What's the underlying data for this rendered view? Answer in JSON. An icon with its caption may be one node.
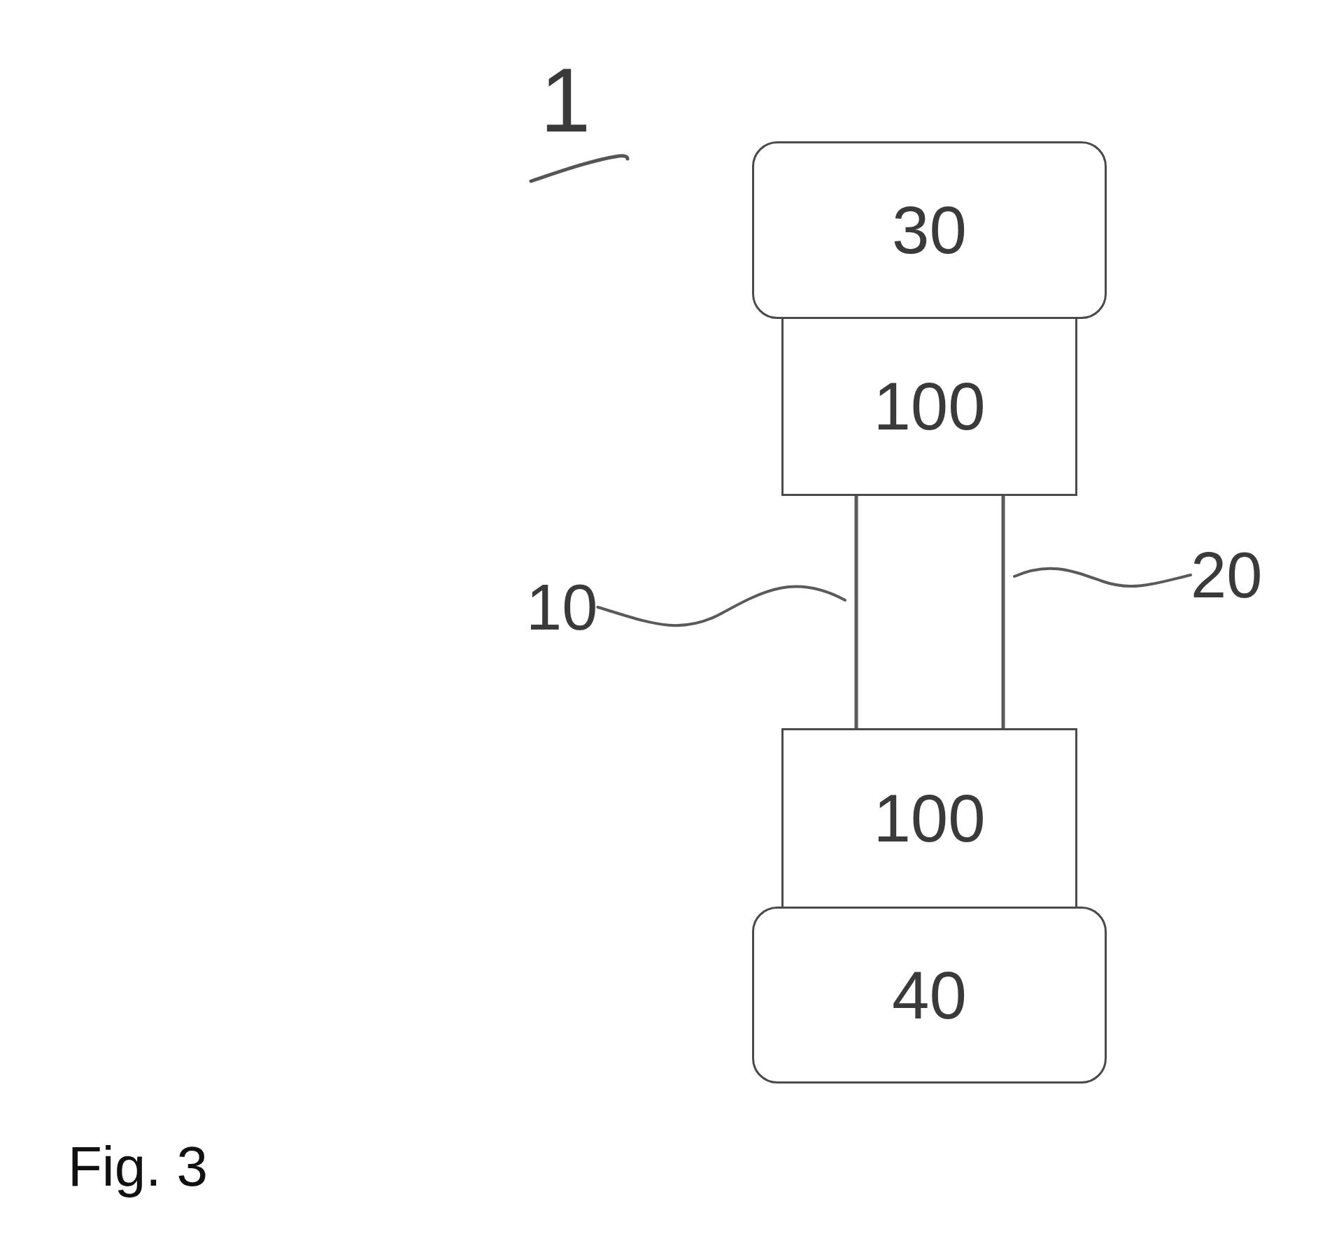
{
  "diagram": {
    "caption": "Fig. 3",
    "nodes": [
      {
        "text": [
          "30"
        ]
      },
      {
        "text": [
          "100"
        ]
      },
      {
        "text": [
          "100"
        ]
      },
      {
        "text": [
          "40"
        ]
      },
      {
        "text": [
          "10"
        ]
      },
      {
        "text": [
          "20"
        ]
      }
    ],
    "edges": [
      {
        "from": 1,
        "to": 2,
        "arrow": "none"
      },
      {
        "from": 1,
        "to": 2,
        "arrow": "none"
      },
      {
        "from": 4,
        "to": null,
        "arrow": "none"
      },
      {
        "from": 5,
        "to": null,
        "arrow": "none"
      }
    ],
    "labels": [
      "1"
    ]
  }
}
